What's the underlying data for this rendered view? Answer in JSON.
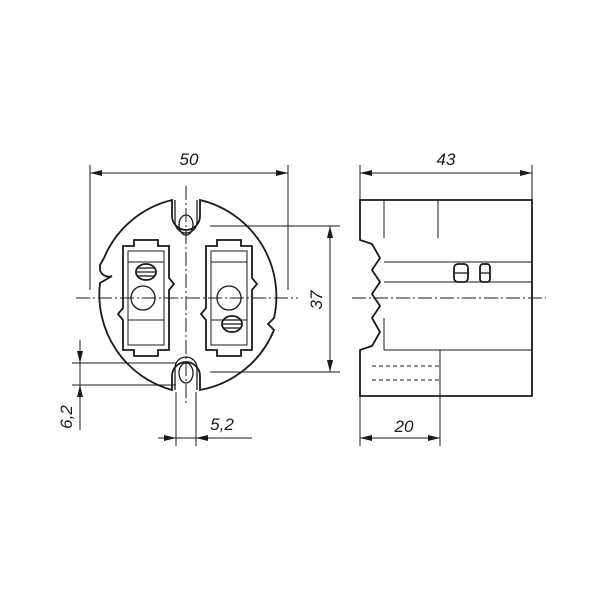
{
  "dimensions": {
    "front_width": "50",
    "front_height": "37",
    "slot_offset": "6,2",
    "pin_spacing": "5,2",
    "side_depth": "43",
    "side_partial": "20"
  }
}
